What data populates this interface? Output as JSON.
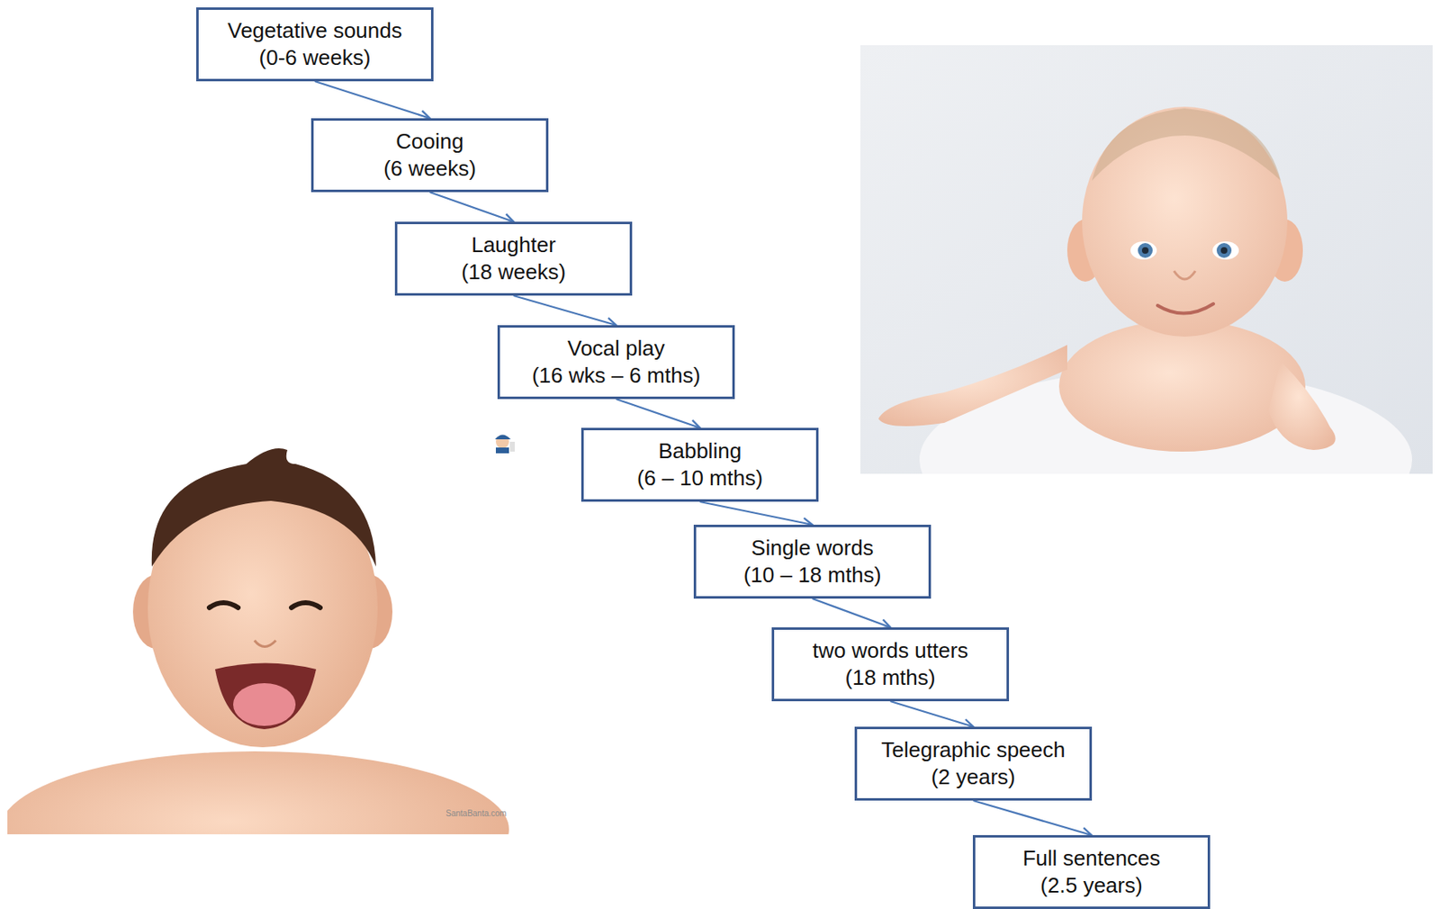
{
  "diagram": {
    "nodes": [
      {
        "text": [
          "Vegetative sounds",
          "(0-6 weeks)"
        ]
      },
      {
        "text": [
          "Cooing",
          "(6 weeks)"
        ]
      },
      {
        "text": [
          "Laughter",
          "(18 weeks)"
        ]
      },
      {
        "text": [
          "Vocal play",
          "(16 wks – 6 mths)"
        ]
      },
      {
        "text": [
          "Babbling",
          "(6 – 10 mths)"
        ]
      },
      {
        "text": [
          "Single words",
          "(10 – 18 mths)"
        ]
      },
      {
        "text": [
          "two words utters",
          "(18 mths)"
        ]
      },
      {
        "text": [
          "Telegraphic speech",
          "(2 years)"
        ]
      },
      {
        "text": [
          "Full sentences",
          "(2.5 years)"
        ]
      }
    ],
    "edges": [
      {
        "from": 0,
        "to": 1,
        "arrow": "to"
      },
      {
        "from": 1,
        "to": 2,
        "arrow": "to"
      },
      {
        "from": 2,
        "to": 3,
        "arrow": "to"
      },
      {
        "from": 3,
        "to": 4,
        "arrow": "to"
      },
      {
        "from": 4,
        "to": 5,
        "arrow": "to"
      },
      {
        "from": 5,
        "to": 6,
        "arrow": "to"
      },
      {
        "from": 6,
        "to": 7,
        "arrow": "to"
      },
      {
        "from": 7,
        "to": 8,
        "arrow": "to"
      }
    ],
    "labels": [
      "SantaBanta.com"
    ]
  }
}
